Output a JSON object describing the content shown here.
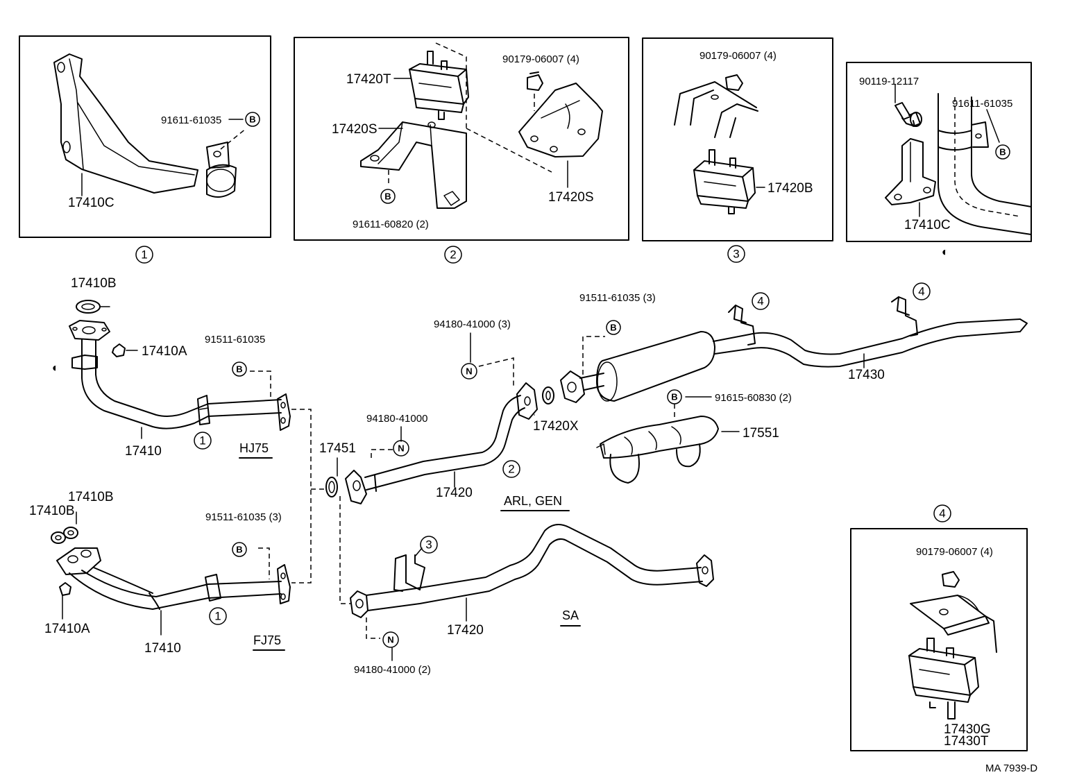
{
  "panels": {
    "p1": {
      "number": "1",
      "parts": {
        "bracket": "17410C",
        "bolt": "91611-61035",
        "bolt_ref": "B"
      }
    },
    "p2": {
      "number": "2",
      "parts": {
        "mount": "17420T",
        "bracket": "17420S",
        "bracket2": "17420S",
        "nut": "90179-06007 (4)",
        "bolt": "91611-60820 (2)",
        "bolt_ref": "B"
      }
    },
    "p3": {
      "number": "3",
      "parts": {
        "nut": "90179-06007 (4)",
        "mount": "17420B"
      }
    },
    "p4": {
      "symbol": "◐",
      "parts": {
        "bolt": "90119-12117",
        "bolt2": "91611-61035",
        "bolt2_ref": "B",
        "bracket": "17410C"
      }
    },
    "p5": {
      "number": "4",
      "parts": {
        "nut": "90179-06007 (4)",
        "mount_g": "17430G",
        "mount_t": "17430T"
      }
    }
  },
  "main": {
    "hj75": {
      "variant": "HJ75",
      "pipe": "17410",
      "gasket": "17410B",
      "nut": "17410A",
      "bolt": "91511-61035",
      "bolt_ref": "B",
      "circle": "1",
      "half_symbol": "◐"
    },
    "fj75": {
      "variant": "FJ75",
      "pipe": "17410",
      "gasket_a": "17410B",
      "gasket_b": "17410B",
      "nut": "17410A",
      "bolt": "91511-61035 (3)",
      "bolt_ref": "B",
      "circle": "1"
    },
    "center": {
      "gasket": "17451"
    },
    "arl": {
      "variant": "ARL, GEN",
      "pipe": "17420",
      "nut_a": "94180-41000 (3)",
      "nut_b": "94180-41000",
      "nut_ref": "N",
      "circle": "2"
    },
    "sa": {
      "variant": "SA",
      "pipe": "17420",
      "nut": "94180-41000 (2)",
      "nut_ref": "N",
      "circle": "3"
    },
    "tail": {
      "tail_pipe": "17430",
      "gasket": "17420X",
      "bolt": "91511-61035 (3)",
      "bolt_ref": "B",
      "heat_insulator": "17551",
      "bolt2": "91615-60830 (2)",
      "bolt2_ref": "B",
      "circle_a": "4",
      "circle_b": "4"
    }
  },
  "footer": {
    "code": "MA  7939-D"
  }
}
